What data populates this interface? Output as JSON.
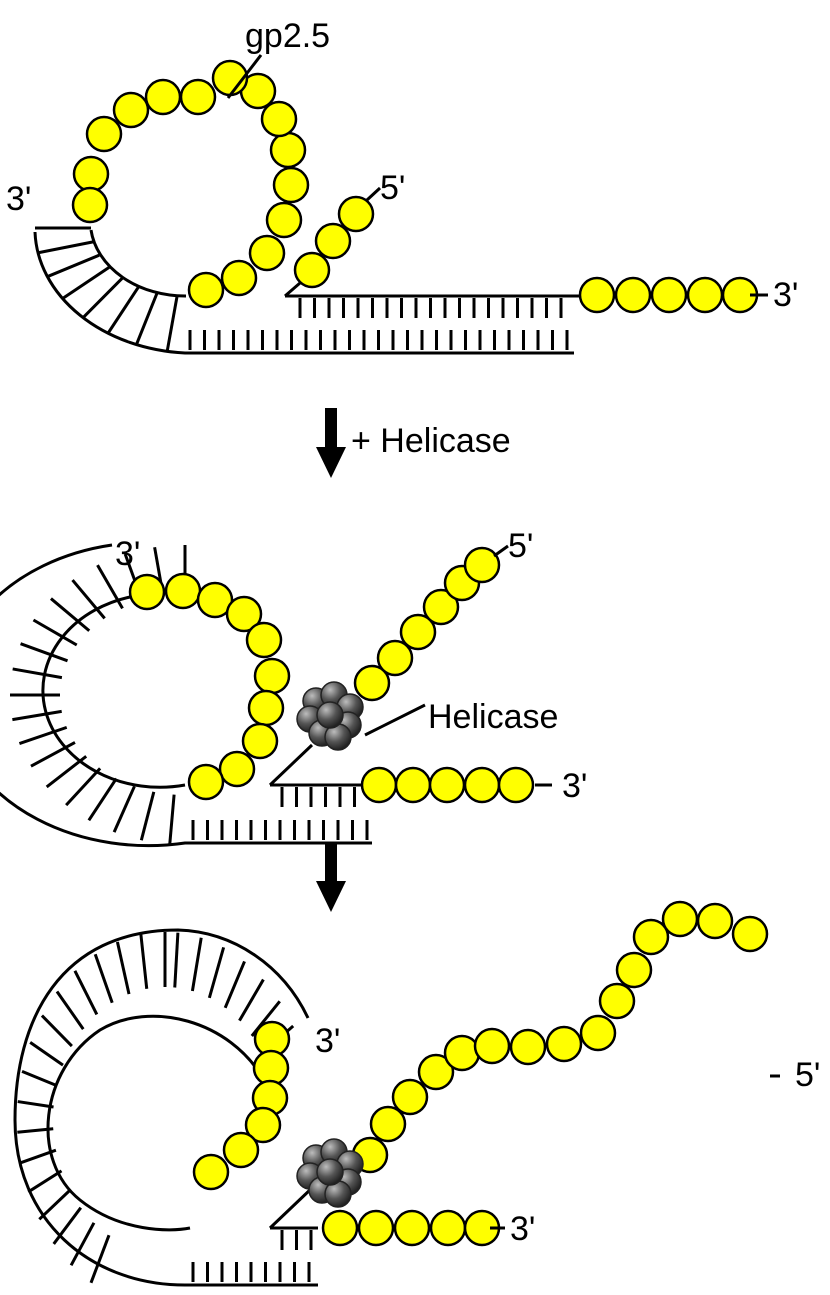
{
  "labels": {
    "protein": "gp2.5",
    "end_3": "3'",
    "end_5": "5'",
    "helicase": "Helicase",
    "step_1": "+ Helicase"
  },
  "colors": {
    "ssb_fill": "#ffff00",
    "ssb_stroke": "#000000",
    "helicase_fill": "#4d4d4d",
    "strand": "#000000"
  }
}
